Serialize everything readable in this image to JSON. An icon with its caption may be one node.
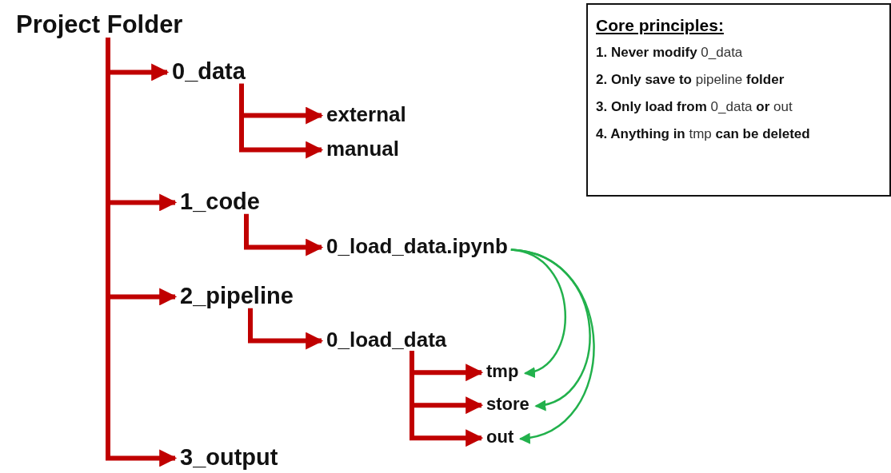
{
  "diagram": {
    "nodes": [
      {
        "text": [
          "Project Folder"
        ]
      },
      {
        "text": [
          "0_data"
        ]
      },
      {
        "text": [
          "external"
        ]
      },
      {
        "text": [
          "manual"
        ]
      },
      {
        "text": [
          "1_code"
        ]
      },
      {
        "text": [
          "0_load_data.ipynb"
        ]
      },
      {
        "text": [
          "2_pipeline"
        ]
      },
      {
        "text": [
          "0_load_data"
        ]
      },
      {
        "text": [
          "tmp"
        ]
      },
      {
        "text": [
          "store"
        ]
      },
      {
        "text": [
          "out"
        ]
      },
      {
        "text": [
          "3_output"
        ]
      },
      {
        "text": [
          "Core principles:",
          "**1. Never modify** 0_data",
          "**2. Only save to** pipeline **folder**",
          "**3. Only load from** 0_data **or** out",
          "**4. Anything in** tmp **can be deleted**"
        ]
      }
    ],
    "edges": [
      {
        "from": 0,
        "to": 1,
        "arrow": "to"
      },
      {
        "from": 1,
        "to": 2,
        "arrow": "to"
      },
      {
        "from": 1,
        "to": 3,
        "arrow": "to"
      },
      {
        "from": 0,
        "to": 4,
        "arrow": "to"
      },
      {
        "from": 4,
        "to": 5,
        "arrow": "to"
      },
      {
        "from": 0,
        "to": 6,
        "arrow": "to"
      },
      {
        "from": 6,
        "to": 7,
        "arrow": "to"
      },
      {
        "from": 7,
        "to": 8,
        "arrow": "to"
      },
      {
        "from": 7,
        "to": 9,
        "arrow": "to"
      },
      {
        "from": 7,
        "to": 10,
        "arrow": "to"
      },
      {
        "from": 0,
        "to": 11,
        "arrow": "to"
      },
      {
        "from": 5,
        "to": 8,
        "arrow": "to",
        "color": "#22b14c"
      },
      {
        "from": 5,
        "to": 9,
        "arrow": "to",
        "color": "#22b14c"
      },
      {
        "from": 5,
        "to": 10,
        "arrow": "to",
        "color": "#22b14c"
      }
    ]
  }
}
